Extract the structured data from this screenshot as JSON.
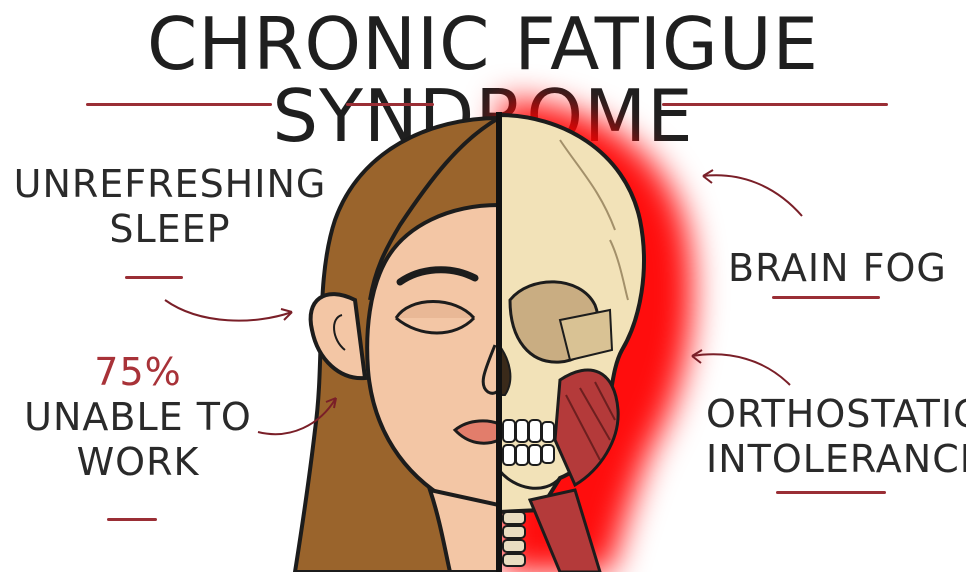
{
  "title": "CHRONIC FATIGUE SYNDROME",
  "labels": {
    "sleep_line1": "UNREFRESHING",
    "sleep_line2": "SLEEP",
    "stat_percent": "75%",
    "stat_line1": "UNABLE TO",
    "stat_line2": "WORK",
    "brain_fog": "BRAIN FOG",
    "ortho_line1": "ORTHOSTATIC",
    "ortho_line2": "INTOLERANCE"
  },
  "colors": {
    "accent": "#a83238",
    "hair": "#9a642c",
    "skin": "#f3c6a5",
    "skull": "#f2e2b8",
    "glow": "#ff0000",
    "muscle": "#b43a3a"
  }
}
